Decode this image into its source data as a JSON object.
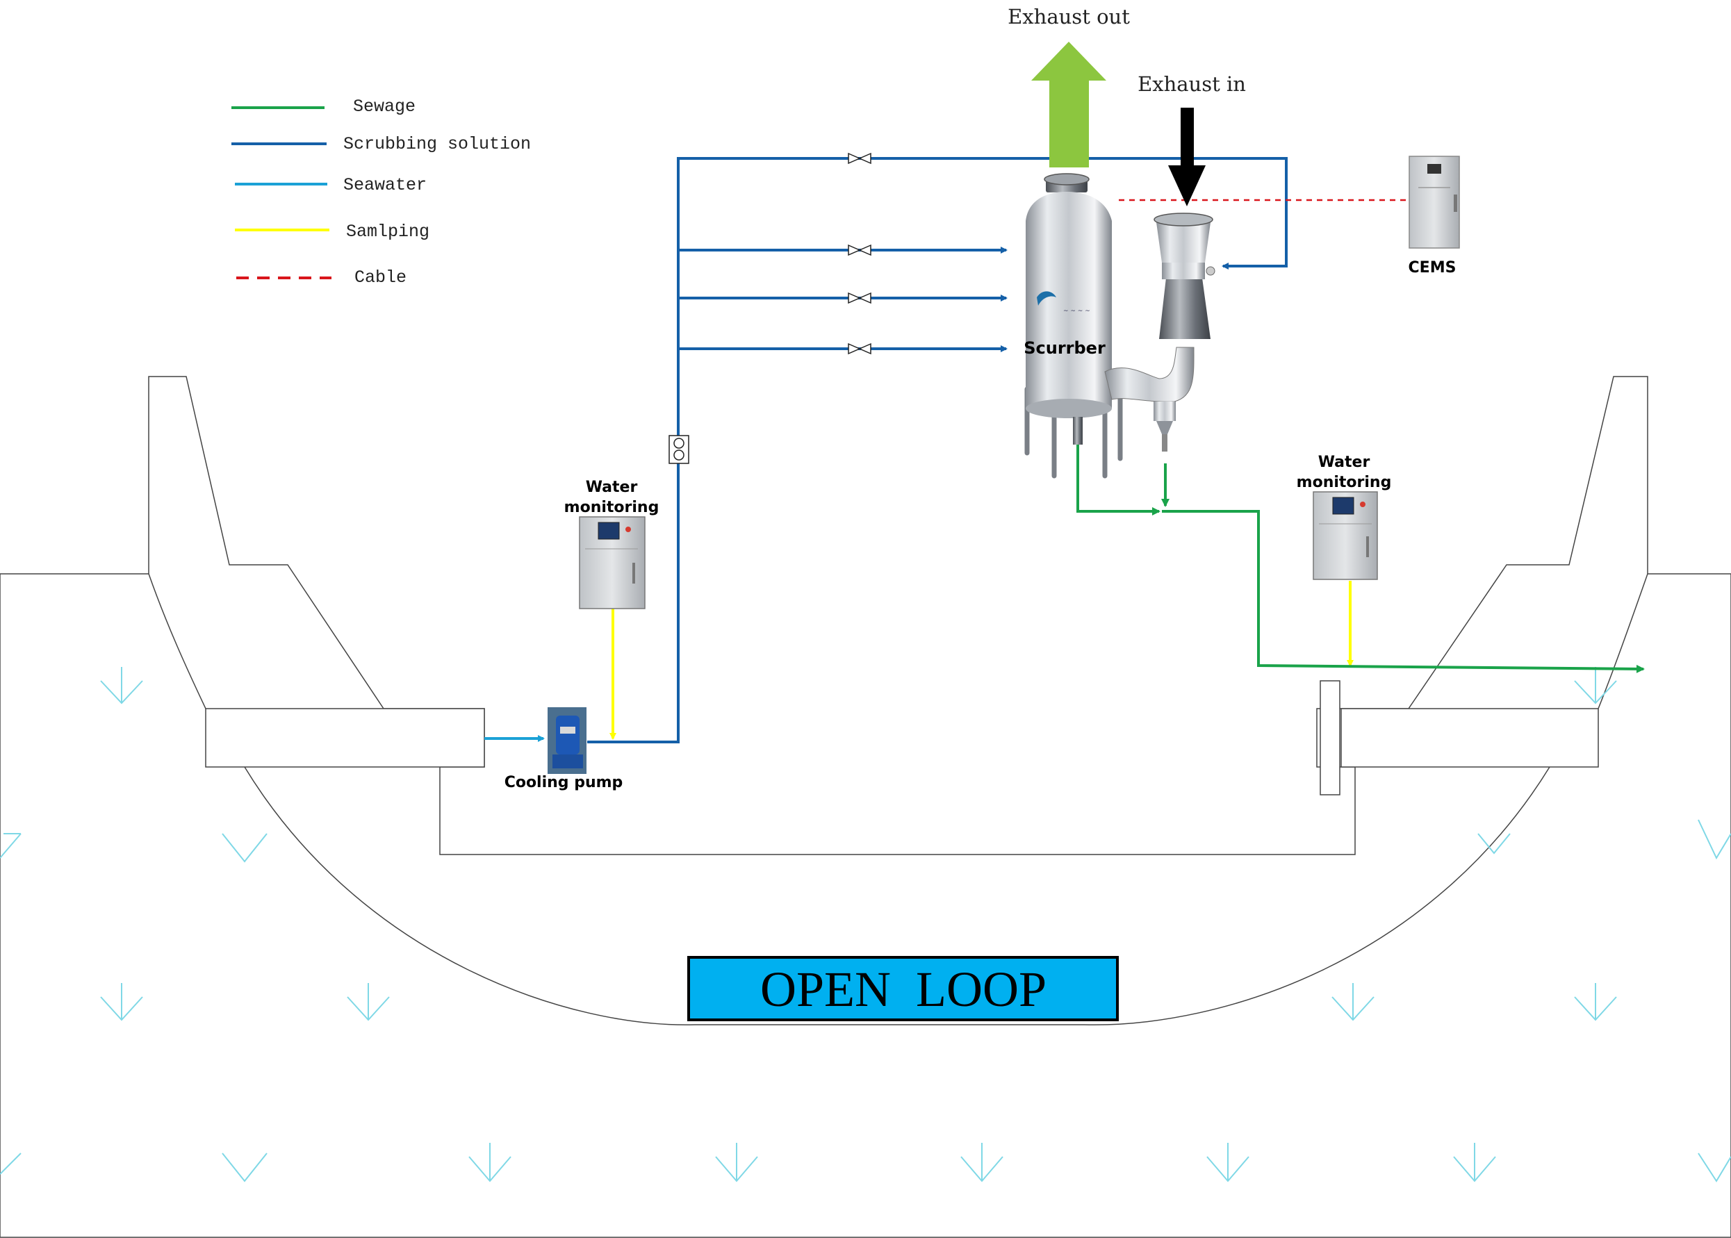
{
  "legend": [
    {
      "label": "Sewage",
      "color": "#1aa34a",
      "style": "solid"
    },
    {
      "label": "Scrubbing solution",
      "color": "#1560a8",
      "style": "solid"
    },
    {
      "label": "Seawater",
      "color": "#1ba1d6",
      "style": "solid"
    },
    {
      "label": "Samlping",
      "color": "#ffff00",
      "style": "solid"
    },
    {
      "label": "Cable",
      "color": "#d9161c",
      "style": "dashed"
    }
  ],
  "labels": {
    "exhaust_out": "Exhaust out",
    "exhaust_in": "Exhaust in",
    "scrubber": "Scurrber",
    "cems": "CEMS",
    "water_monitoring_left_1": "Water",
    "water_monitoring_left_2": "monitoring",
    "water_monitoring_right_1": "Water",
    "water_monitoring_right_2": "monitoring",
    "cooling_pump": "Cooling pump",
    "open_loop": "OPEN  LOOP"
  },
  "colors": {
    "sewage": "#1aa34a",
    "scrubbing": "#1560a8",
    "seawater": "#1ba1d6",
    "sampling": "#ffff00",
    "cable": "#d9161c",
    "exhaust_out_arrow": "#8cc63f",
    "exhaust_in_arrow": "#000000",
    "open_loop_banner": "#00b0f0",
    "water_arrow": "#7fd8e6"
  },
  "icons": {
    "scrubber": "scrubber-vessel-icon",
    "cems": "cems-cabinet-icon",
    "water_monitor": "water-monitor-cabinet-icon",
    "pump": "pump-icon",
    "valve": "valve-icon",
    "filter": "filter-icon"
  }
}
